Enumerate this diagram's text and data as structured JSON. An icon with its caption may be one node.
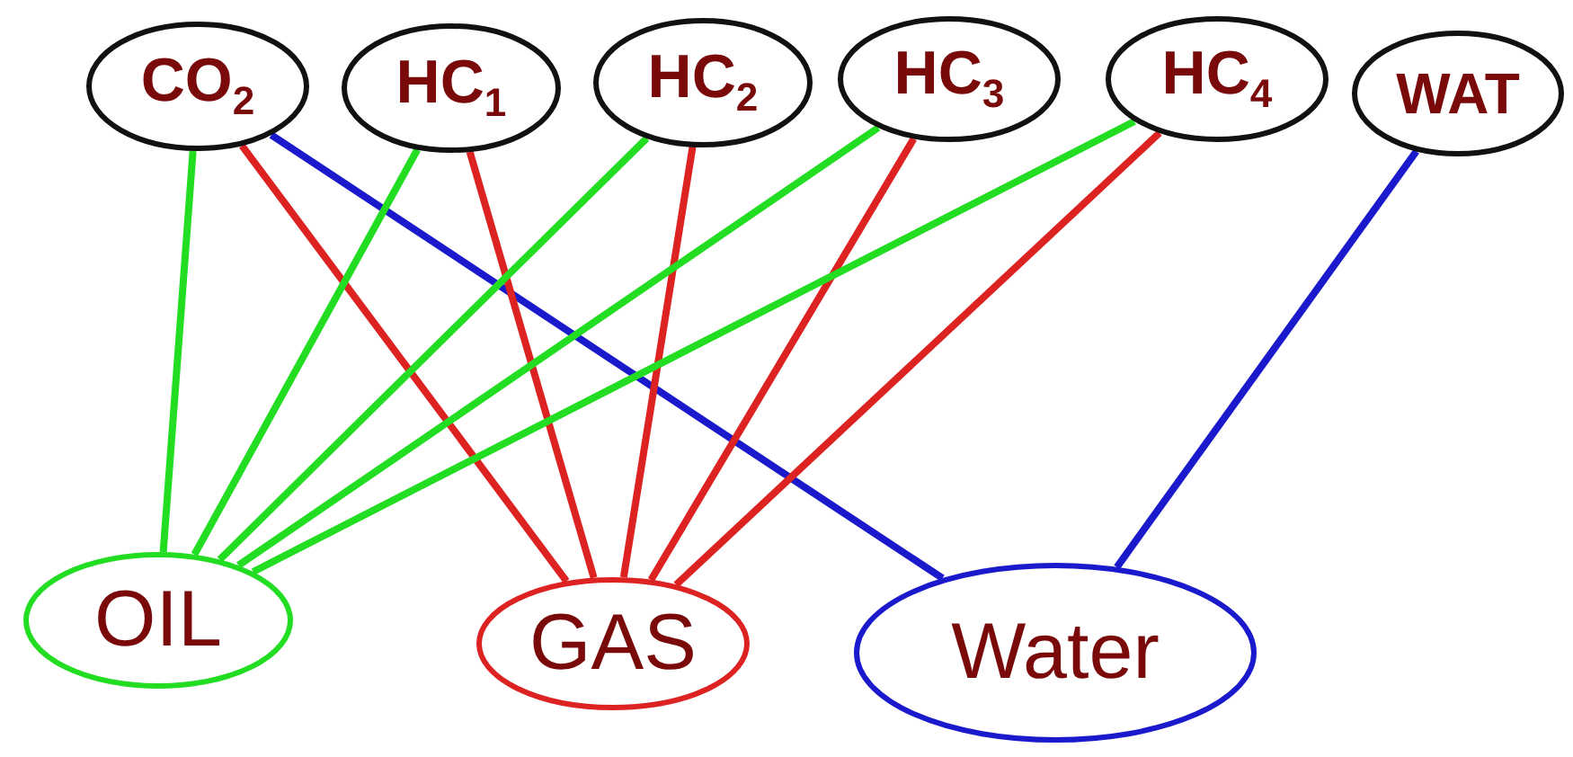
{
  "diagram": {
    "nodes": [
      {
        "text": [
          "CO$_{2}$"
        ]
      },
      {
        "text": [
          "HC$_{1}$"
        ]
      },
      {
        "text": [
          "HC$_{2}$"
        ]
      },
      {
        "text": [
          "HC$_{3}$"
        ]
      },
      {
        "text": [
          "HC$_{4}$"
        ]
      },
      {
        "text": [
          "WAT"
        ]
      },
      {
        "text": [
          "OIL"
        ]
      },
      {
        "text": [
          "GAS"
        ]
      },
      {
        "text": [
          "Water"
        ]
      }
    ],
    "edges": [
      {
        "from": 0,
        "to": 6,
        "arrow": "none",
        "color": "#22dd22"
      },
      {
        "from": 0,
        "to": 7,
        "arrow": "none",
        "color": "#dd2222"
      },
      {
        "from": 0,
        "to": 8,
        "arrow": "none",
        "color": "#1a1acc"
      },
      {
        "from": 1,
        "to": 6,
        "arrow": "none",
        "color": "#22dd22"
      },
      {
        "from": 1,
        "to": 7,
        "arrow": "none",
        "color": "#dd2222"
      },
      {
        "from": 2,
        "to": 6,
        "arrow": "none",
        "color": "#22dd22"
      },
      {
        "from": 2,
        "to": 7,
        "arrow": "none",
        "color": "#dd2222"
      },
      {
        "from": 3,
        "to": 6,
        "arrow": "none",
        "color": "#22dd22"
      },
      {
        "from": 3,
        "to": 7,
        "arrow": "none",
        "color": "#dd2222"
      },
      {
        "from": 4,
        "to": 6,
        "arrow": "none",
        "color": "#22dd22"
      },
      {
        "from": 4,
        "to": 7,
        "arrow": "none",
        "color": "#dd2222"
      },
      {
        "from": 5,
        "to": 8,
        "arrow": "none",
        "color": "#1a1acc"
      }
    ]
  }
}
